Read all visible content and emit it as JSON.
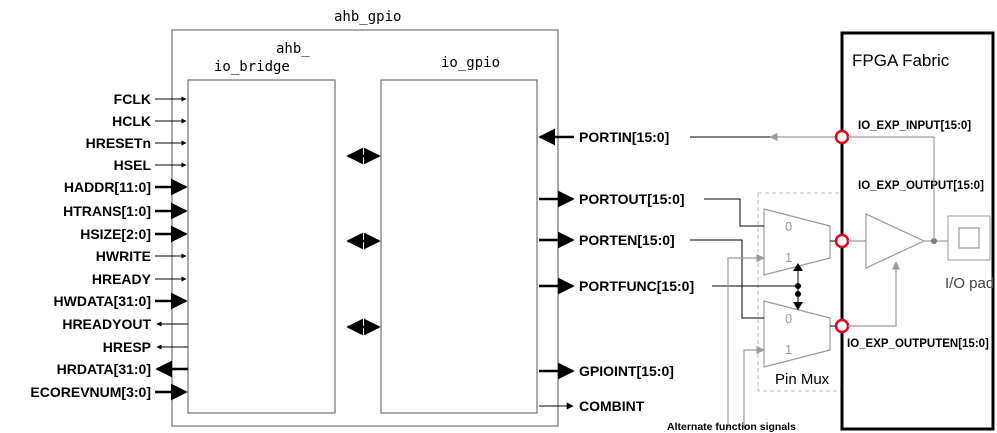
{
  "blocks": {
    "outer_title": "ahb_gpio",
    "bridge_title_line1": "ahb_",
    "bridge_title_line2": "io_bridge",
    "gpio_title": "io_gpio",
    "fpga_title": "FPGA Fabric",
    "pin_mux_label": "Pin Mux",
    "io_pad_label": "I/O pad"
  },
  "left_signals": [
    {
      "label": "FCLK",
      "dir": "in",
      "width": "thin"
    },
    {
      "label": "HCLK",
      "dir": "in",
      "width": "thin"
    },
    {
      "label": "HRESETn",
      "dir": "in",
      "width": "thin"
    },
    {
      "label": "HSEL",
      "dir": "in",
      "width": "thin"
    },
    {
      "label": "HADDR[11:0]",
      "dir": "in",
      "width": "bus"
    },
    {
      "label": "HTRANS[1:0]",
      "dir": "in",
      "width": "bus"
    },
    {
      "label": "HSIZE[2:0]",
      "dir": "in",
      "width": "bus"
    },
    {
      "label": "HWRITE",
      "dir": "in",
      "width": "thin"
    },
    {
      "label": "HREADY",
      "dir": "in",
      "width": "thin"
    },
    {
      "label": "HWDATA[31:0]",
      "dir": "in",
      "width": "bus"
    },
    {
      "label": "HREADYOUT",
      "dir": "out",
      "width": "thin"
    },
    {
      "label": "HRESP",
      "dir": "out",
      "width": "thin"
    },
    {
      "label": "HRDATA[31:0]",
      "dir": "out",
      "width": "bus"
    },
    {
      "label": "ECOREVNUM[3:0]",
      "dir": "in",
      "width": "bus"
    }
  ],
  "right_signals": {
    "portin": "PORTIN[15:0]",
    "portout": "PORTOUT[15:0]",
    "porten": "PORTEN[15:0]",
    "portfunc": "PORTFUNC[15:0]",
    "gpioint": "GPIOINT[15:0]",
    "combint": "COMBINT"
  },
  "fabric_signals": {
    "input": "IO_EXP_INPUT[15:0]",
    "output": "IO_EXP_OUTPUT[15:0]",
    "outputen": "IO_EXP_OUTPUTEN[15:0]"
  },
  "mux_inputs": {
    "zero": "0",
    "one": "1"
  },
  "alt_function_label": "Alternate function signals",
  "colors": {
    "line": "#000000",
    "grey": "#9a9a9a",
    "fabric_node": "#e8001c"
  }
}
